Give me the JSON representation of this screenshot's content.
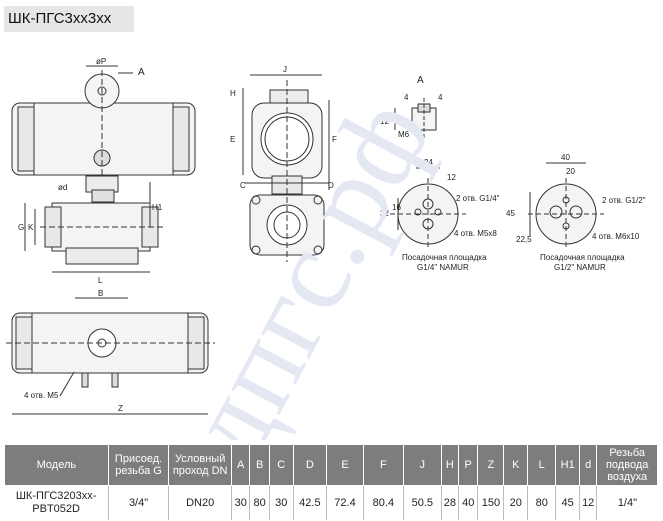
{
  "title": "ШК-ПГС3хх3хх",
  "watermark": "дпгс.рф",
  "drawing": {
    "front": {
      "top_diameter": "øP",
      "detail_ref": "A",
      "stem_diameter": "ød",
      "dim_H1": "H1",
      "dim_G": "G",
      "dim_K": "K",
      "dim_L": "L"
    },
    "side": {
      "dim_J": "J",
      "dim_H": "H",
      "dim_E": "E",
      "dim_F": "F",
      "dim_C": "C",
      "dim_D": "D"
    },
    "top": {
      "dim_B": "B",
      "dim_Z": "Z",
      "holes": "4 отв. M5"
    },
    "detail": {
      "ref": "A",
      "d4a": "4",
      "d4b": "4",
      "d12": "12",
      "thread": "M6"
    },
    "namur14": {
      "d24": "24",
      "d12": "12",
      "d32": "32",
      "d16": "16",
      "holes2": "2 отв. G1/4\"",
      "holes4": "4 отв. M5x8",
      "caption1": "Посадочная площадка",
      "caption2": "G1/4\" NAMUR"
    },
    "namur12": {
      "d40": "40",
      "d20": "20",
      "d45": "45",
      "d225": "22,5",
      "holes2": "2 отв. G1/2\"",
      "holes4": "4 отв. M6x10",
      "caption1": "Посадочная площадка",
      "caption2": "G1/2\" NAMUR"
    }
  },
  "table": {
    "headers": [
      "Модель",
      "Присоед. резьба G",
      "Условный проход DN",
      "A",
      "B",
      "C",
      "D",
      "E",
      "F",
      "J",
      "H",
      "P",
      "Z",
      "K",
      "L",
      "H1",
      "d",
      "Резьба подвода воздуха"
    ],
    "rows": [
      [
        "ШК-ПГС3203хх-PBT052D",
        "3/4\"",
        "DN20",
        "30",
        "80",
        "30",
        "42.5",
        "72.4",
        "80.4",
        "50.5",
        "28",
        "40",
        "150",
        "20",
        "80",
        "45",
        "12",
        "1/4\""
      ]
    ]
  }
}
